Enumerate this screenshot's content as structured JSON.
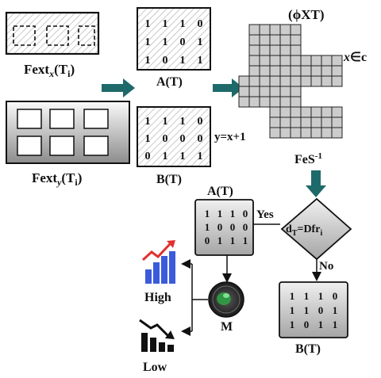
{
  "labels": {
    "fext_x_main": "Fext",
    "fext_x_sub": "x",
    "fext_x_arg": "(T",
    "fext_x_arg_sub": "i",
    "fext_x_close": ")",
    "fext_y_main": "Fext",
    "fext_y_sub": "y",
    "fext_y_arg": "(T",
    "fext_y_arg_sub": "i",
    "fext_y_close": ")",
    "a_t_top": "A(T)",
    "b_t_mid": "B(T)",
    "y_eq": "y=x+1",
    "phi_xt": "(ϕXT)",
    "x_in_c": "x∈c",
    "fes_inv": "FeS",
    "fes_sup": "-1",
    "a_t_decision": "A(T)",
    "yes": "Yes",
    "no": "No",
    "decision_d": "d",
    "decision_d_sub": "T",
    "decision_eq": "=Dfr",
    "decision_eq_sub": "i",
    "b_t_bottom": "B(T)",
    "high": "High",
    "low": "Low",
    "m": "M"
  },
  "matrices": {
    "a_top": [
      [
        "1",
        "1",
        "1",
        "0"
      ],
      [
        "1",
        "1",
        "0",
        "1"
      ],
      [
        "1",
        "0",
        "1",
        "1"
      ]
    ],
    "b_mid": [
      [
        "1",
        "1",
        "1",
        "0"
      ],
      [
        "1",
        "0",
        "0",
        "0"
      ],
      [
        "0",
        "1",
        "1",
        "1"
      ]
    ],
    "a_decision": [
      [
        "1",
        "1",
        "1",
        "0"
      ],
      [
        "1",
        "0",
        "0",
        "0"
      ],
      [
        "0",
        "1",
        "1",
        "1"
      ]
    ],
    "b_bottom": [
      [
        "1",
        "1",
        "1",
        "0"
      ],
      [
        "1",
        "1",
        "0",
        "1"
      ],
      [
        "1",
        "0",
        "1",
        "1"
      ]
    ]
  },
  "colors": {
    "teal_arrow": "#1e6a6a",
    "grid_fill": "#cccccc",
    "panel_fill": "#d9d9d9",
    "chart_blue": "#3b5bdb",
    "chart_red": "#e03131",
    "tumor_green": "#2f9e44"
  }
}
